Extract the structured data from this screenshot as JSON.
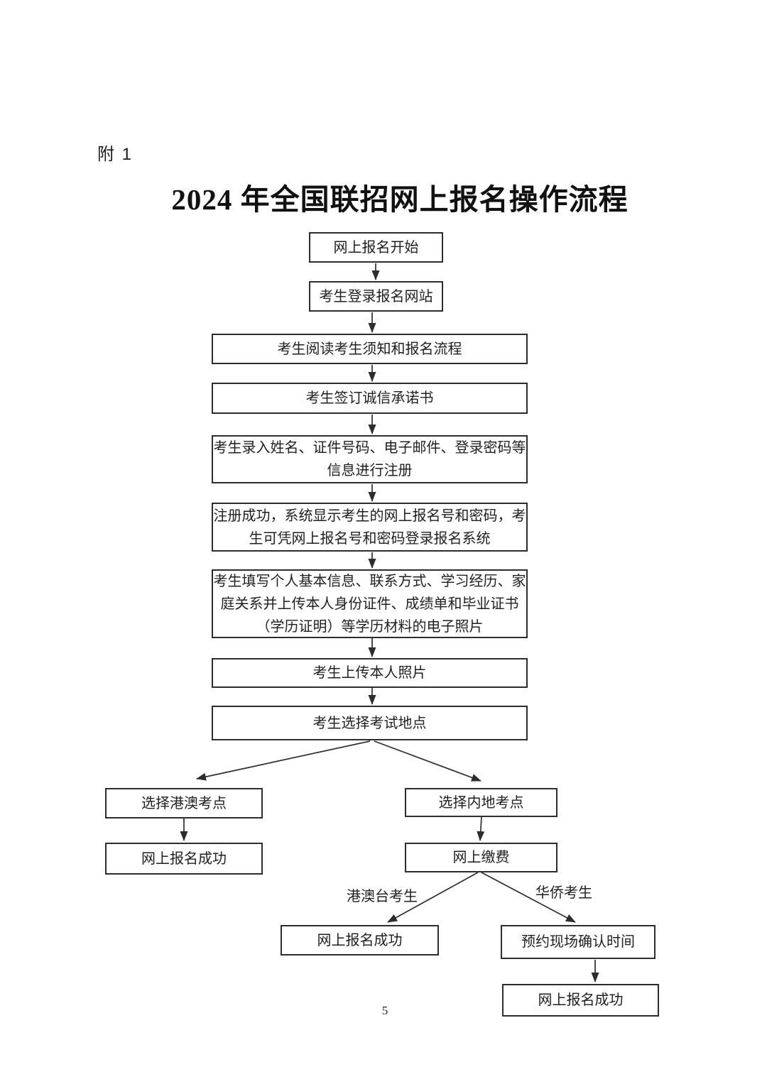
{
  "page": {
    "attachment_label": "附 1",
    "title": "2024 年全国联招网上报名操作流程",
    "page_number": "5"
  },
  "flowchart": {
    "nodes": {
      "start": "网上报名开始",
      "login": "考生登录报名网站",
      "read_notice": "考生阅读考生须知和报名流程",
      "sign_pledge": "考生签订诚信承诺书",
      "register_info": "考生录入姓名、证件号码、电子邮件、登录密码等信息进行注册",
      "register_success": "注册成功，系统显示考生的网上报名号和密码，考生可凭网上报名号和密码登录报名系统",
      "fill_info": "考生填写个人基本信息、联系方式、学习经历、家庭关系并上传本人身份证件、成绩单和毕业证书（学历证明）等学历材料的电子照片",
      "upload_photo": "考生上传本人照片",
      "choose_site": "考生选择考试地点",
      "hk_macau_site": "选择港澳考点",
      "mainland_site": "选择内地考点",
      "hk_macau_success": "网上报名成功",
      "online_payment": "网上缴费",
      "hmt_success": "网上报名成功",
      "appointment": "预约现场确认时间",
      "final_success": "网上报名成功"
    },
    "edge_labels": {
      "hmt_candidates": "港澳台考生",
      "overseas_chinese_candidates": "华侨考生"
    }
  },
  "colors": {
    "ink": "#1f1f1f",
    "background": "#ffffff"
  }
}
